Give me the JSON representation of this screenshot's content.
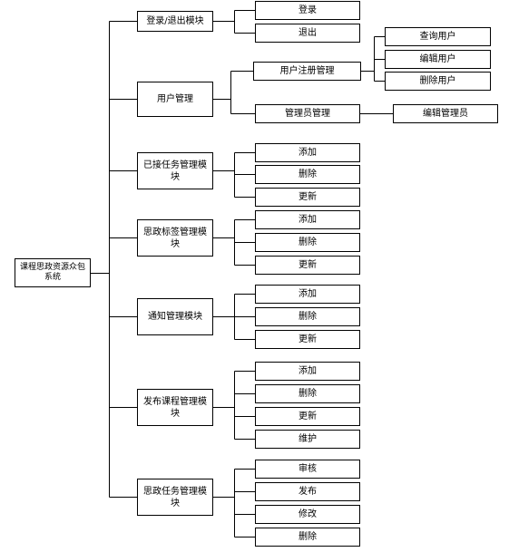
{
  "root": "课程思政资源众包系统",
  "modules": {
    "login": {
      "label": "登录/退出模块",
      "children": [
        "登录",
        "退出"
      ]
    },
    "user": {
      "label": "用户管理",
      "register": {
        "label": "用户注册管理",
        "children": [
          "查询用户",
          "编辑用户",
          "删除用户"
        ]
      },
      "admin": {
        "label": "管理员管理",
        "children": [
          "编辑管理员"
        ]
      }
    },
    "accepted_task": {
      "label": "已接任务管理模块",
      "children": [
        "添加",
        "删除",
        "更新"
      ]
    },
    "ideology_tag": {
      "label": "思政标签管理模块",
      "children": [
        "添加",
        "删除",
        "更新"
      ]
    },
    "notice": {
      "label": "通知管理模块",
      "children": [
        "添加",
        "删除",
        "更新"
      ]
    },
    "course": {
      "label": "发布课程管理模块",
      "children": [
        "添加",
        "删除",
        "更新",
        "维护"
      ]
    },
    "ideology_task": {
      "label": "思政任务管理模块",
      "children": [
        "审核",
        "发布",
        "修改",
        "删除"
      ]
    }
  }
}
